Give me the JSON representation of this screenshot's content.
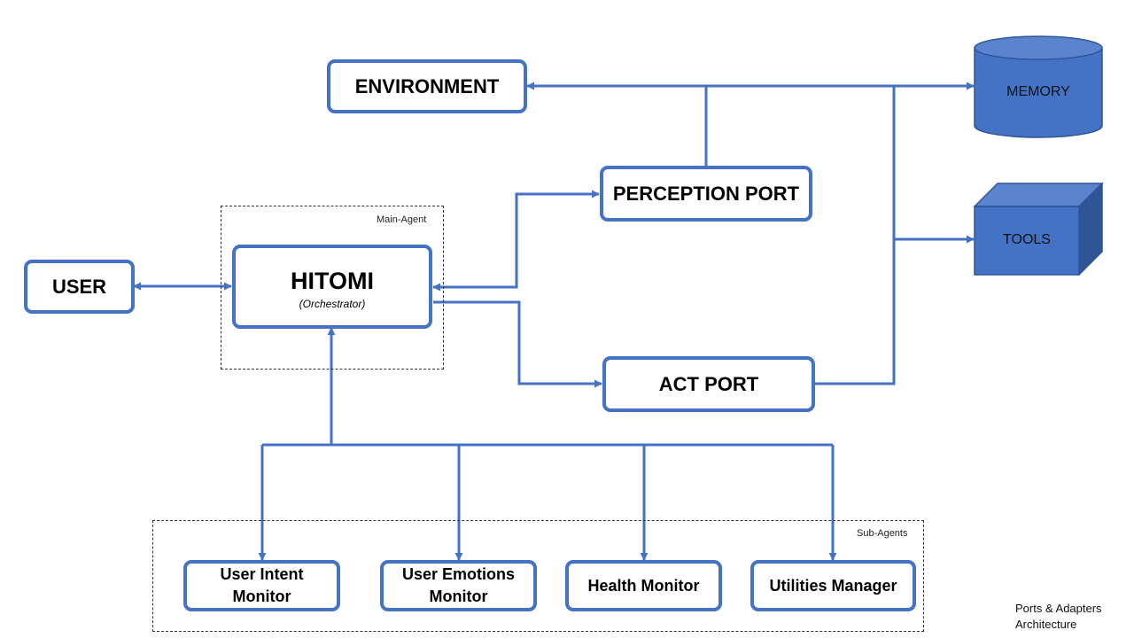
{
  "groups": {
    "main_agent": "Main-Agent",
    "sub_agents": "Sub-Agents"
  },
  "nodes": {
    "environment": "ENVIRONMENT",
    "perception_port": "PERCEPTION PORT",
    "act_port": "ACT PORT",
    "user": "USER",
    "hitomi": {
      "title": "HITOMI",
      "subtitle": "(Orchestrator)"
    },
    "memory": "MEMORY",
    "tools": "TOOLS"
  },
  "sub_agents": [
    {
      "line1": "User Intent",
      "line2": "Monitor"
    },
    {
      "line1": "User Emotions",
      "line2": "Monitor"
    },
    {
      "line1": "Health Monitor",
      "line2": ""
    },
    {
      "line1": "Utilities Manager",
      "line2": ""
    }
  ],
  "caption": {
    "line1": "Ports & Adapters",
    "line2": "Architecture"
  },
  "colors": {
    "accent": "#4472c4",
    "store_fill": "#4472c4",
    "store_dark": "#2f5597"
  }
}
